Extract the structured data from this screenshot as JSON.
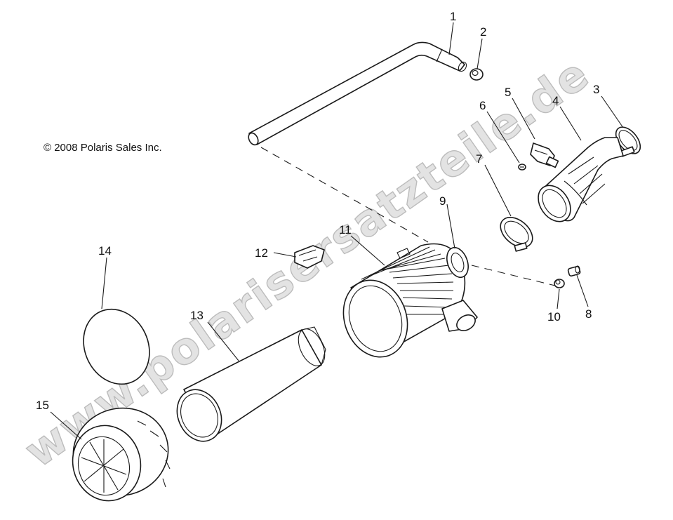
{
  "copyright": "© 2008 Polaris Sales Inc.",
  "watermark": "www.polarisersatzteile.de",
  "callouts": [
    "1",
    "2",
    "3",
    "4",
    "5",
    "6",
    "7",
    "8",
    "9",
    "10",
    "11",
    "12",
    "13",
    "14",
    "15"
  ],
  "colors": {
    "line": "#1a1a1a",
    "background": "#ffffff",
    "watermark_fill": "#e3e3e3",
    "watermark_stroke": "#bcbcbc"
  }
}
